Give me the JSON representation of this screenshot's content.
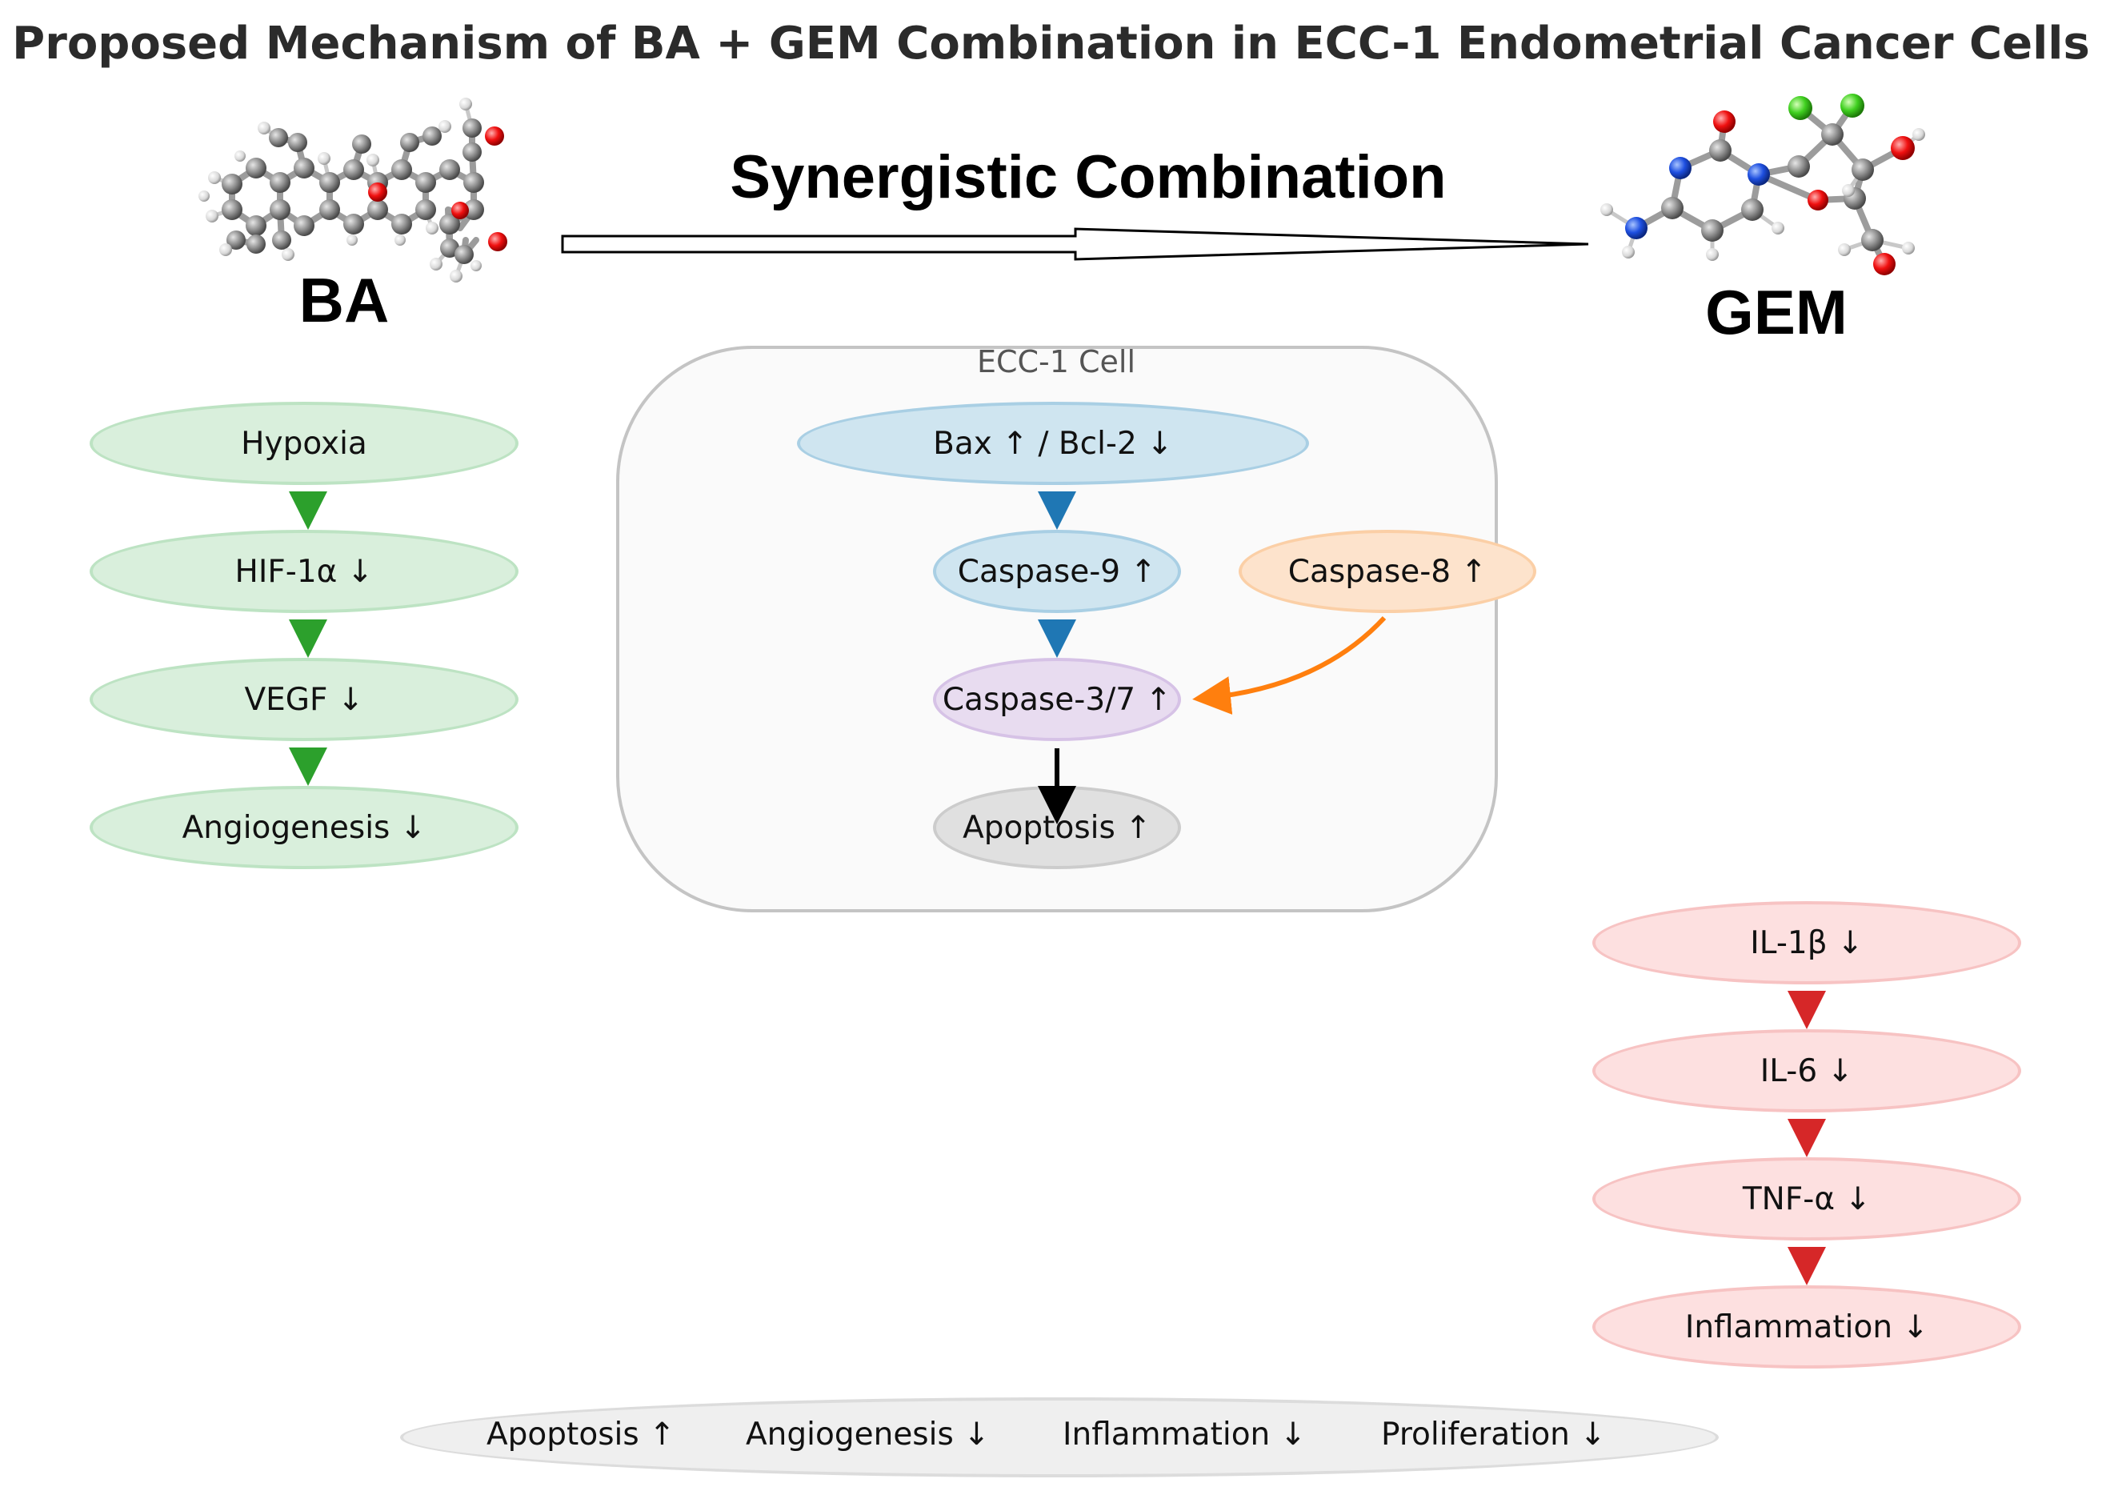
{
  "title": "Proposed Mechanism of BA + GEM Combination in ECC-1 Endometrial Cancer Cells",
  "drugs": {
    "left": "BA",
    "right": "GEM"
  },
  "combination_label": "Synergistic Combination",
  "cell_label": "ECC-1 Cell",
  "colors": {
    "green_fill": "#d9efdc",
    "green_edge": "#bde3c3",
    "green_arrow": "#2ca02c",
    "blue_fill": "#cfe5f0",
    "blue_edge": "#a9cfe4",
    "blue_arrow": "#1f77b4",
    "orange_fill": "#fde3cc",
    "orange_edge": "#fbcfa6",
    "orange_arrow": "#ff7f0e",
    "purple_fill": "#e8dcf0",
    "purple_edge": "#d6c2e6",
    "gray_fill": "#e0e0e0",
    "gray_edge": "#cccccc",
    "red_fill": "#fde0e0",
    "red_edge": "#f7c3c3",
    "red_arrow": "#d62728"
  },
  "angiogenesis_path": [
    "Hypoxia",
    "HIF-1α ↓",
    "VEGF ↓",
    "Angiogenesis ↓"
  ],
  "apoptosis_path": {
    "bax": "Bax ↑ / Bcl-2 ↓",
    "casp9": "Caspase-9 ↑",
    "casp8": "Caspase-8 ↑",
    "casp37": "Caspase-3/7 ↑",
    "apoptosis": "Apoptosis ↑"
  },
  "inflammation_path": [
    "IL-1β ↓",
    "IL-6 ↓",
    "TNF-α ↓",
    "Inflammation ↓"
  ],
  "summary": [
    "Apoptosis ↑",
    "Angiogenesis ↓",
    "Inflammation ↓",
    "Proliferation ↓"
  ]
}
